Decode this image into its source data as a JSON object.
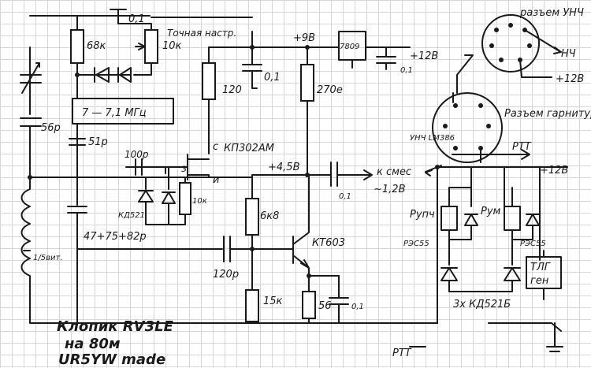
{
  "labels": {
    "r_68k": "68к",
    "c_01_top": "0,1",
    "r_10k": "10к",
    "tuning": "Точная настр.",
    "v9": "+9В",
    "reg_7809": "7809",
    "v12": "+12В",
    "c_01_reg": "0,1",
    "conn_unch": "разъем УНЧ",
    "v12_b": "+12В",
    "nch": "НЧ",
    "r_120": "120",
    "c_01_mid": "0,1",
    "r_270": "270е",
    "freq_range": "7 — 7,1 МГц",
    "c_56p": "56р",
    "c_51p": "51р",
    "transistor_1": "КП302АМ",
    "c_100p": "100р",
    "lbl_s": "с",
    "lbl_i": "и",
    "lbl_z": "з",
    "v45": "+4,5В",
    "to_mixer": "к смес",
    "v12_mixer": "~1,2В",
    "c_01_out": "0,1",
    "conn_headset": "Разъем гарнитуры",
    "ptt": "PTT",
    "unch_ic": "УНЧ LM386",
    "lbl_12v_ptt": "+12В",
    "diode_kd521": "КД521",
    "r_10k_b": "10к",
    "r_6k8": "6к8",
    "transistor_2": "КТ603",
    "relay_1": "Рупч",
    "relay_2": "Рум",
    "reed_1": "РЭС55",
    "reed_2": "РЭС55",
    "cap_set": "47+75+82р",
    "coil_tap": "1/5вит.",
    "c_120p": "120р",
    "r_15k": "15к",
    "r_56": "56",
    "c_01_em": "0,1",
    "diodes": "3х КД521Б",
    "gen": "ТЛГ ген",
    "title_1": "Клопик RV3LE",
    "title_2": "на 80м",
    "title_3": "UR5YW made",
    "ptt_bottom": "PTT"
  },
  "colors": {
    "ink": "#1a1a1a",
    "grid": "#d7d7d7",
    "paper": "#ffffff"
  }
}
